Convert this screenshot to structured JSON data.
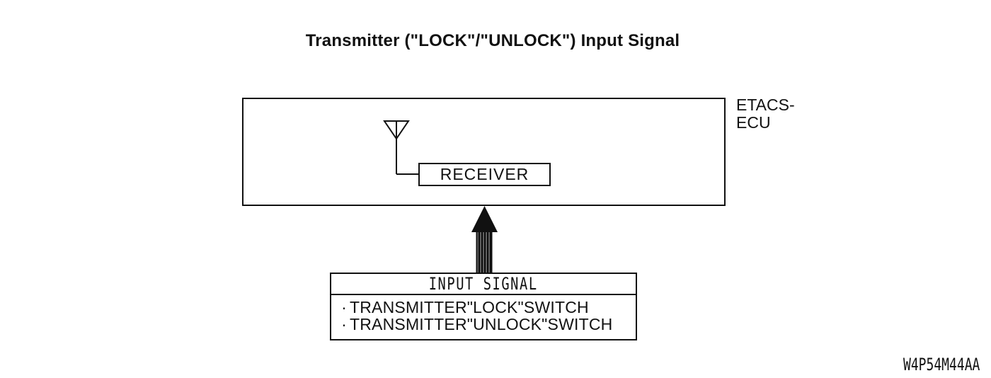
{
  "figure": {
    "title": "Transmitter (\"LOCK\"/\"UNLOCK\") Input Signal",
    "code": "W4P54M44AA"
  },
  "ecu": {
    "label_line1": "ETACS-",
    "label_line2": "ECU",
    "receiver_label": "RECEIVER"
  },
  "input_box": {
    "header": "INPUT SIGNAL",
    "items": [
      {
        "bullet": "·",
        "label": "TRANSMITTER\"LOCK\"SWITCH"
      },
      {
        "bullet": "·",
        "label": "TRANSMITTER\"UNLOCK\"SWITCH"
      }
    ]
  },
  "colors": {
    "line": "#111111",
    "background": "#ffffff",
    "arrow": "#111111"
  }
}
